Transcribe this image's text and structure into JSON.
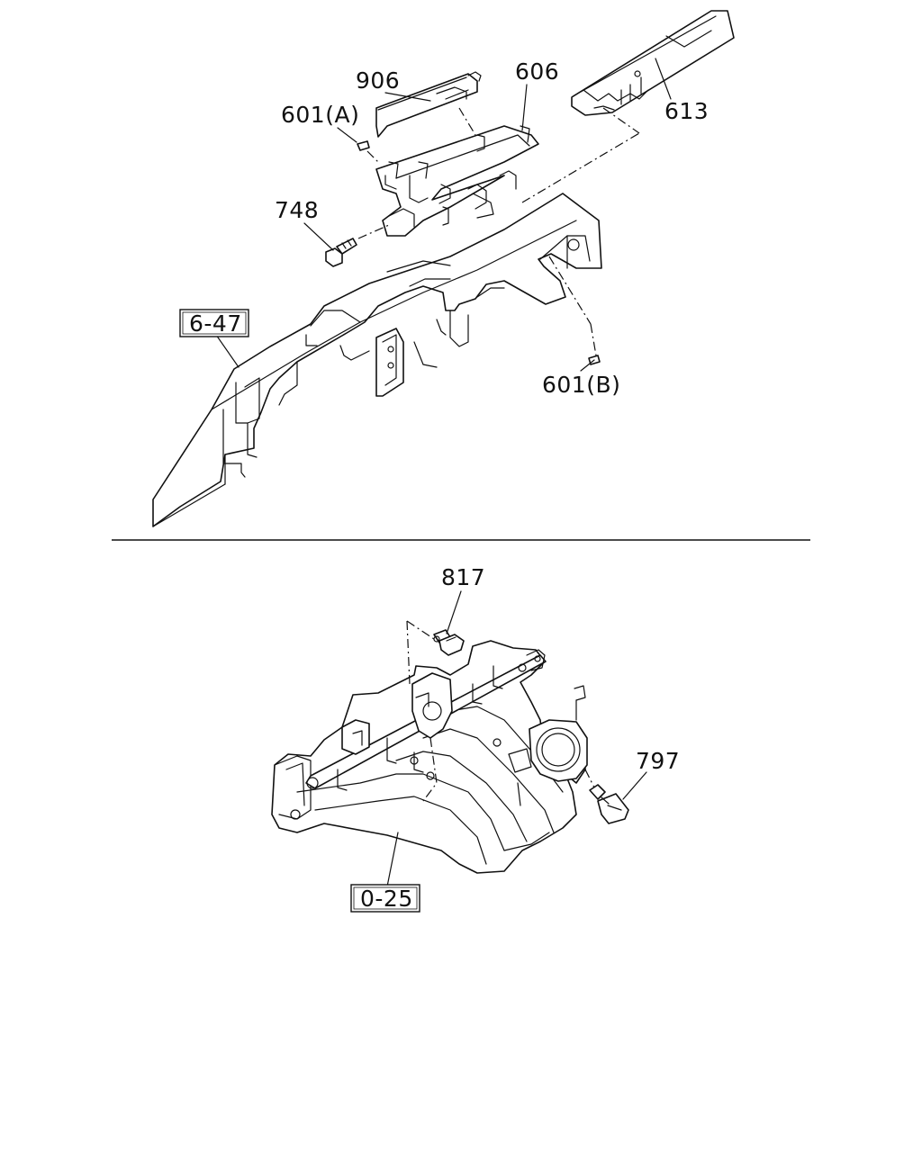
{
  "upper_diagram": {
    "callouts": {
      "p906": "906",
      "p606": "606",
      "p613": "613",
      "p601a": "601(A)",
      "p748": "748",
      "p601b": "601(B)"
    },
    "ref_box": "6-47"
  },
  "lower_diagram": {
    "callouts": {
      "p817": "817",
      "p797": "797"
    },
    "ref_box": "0-25"
  }
}
